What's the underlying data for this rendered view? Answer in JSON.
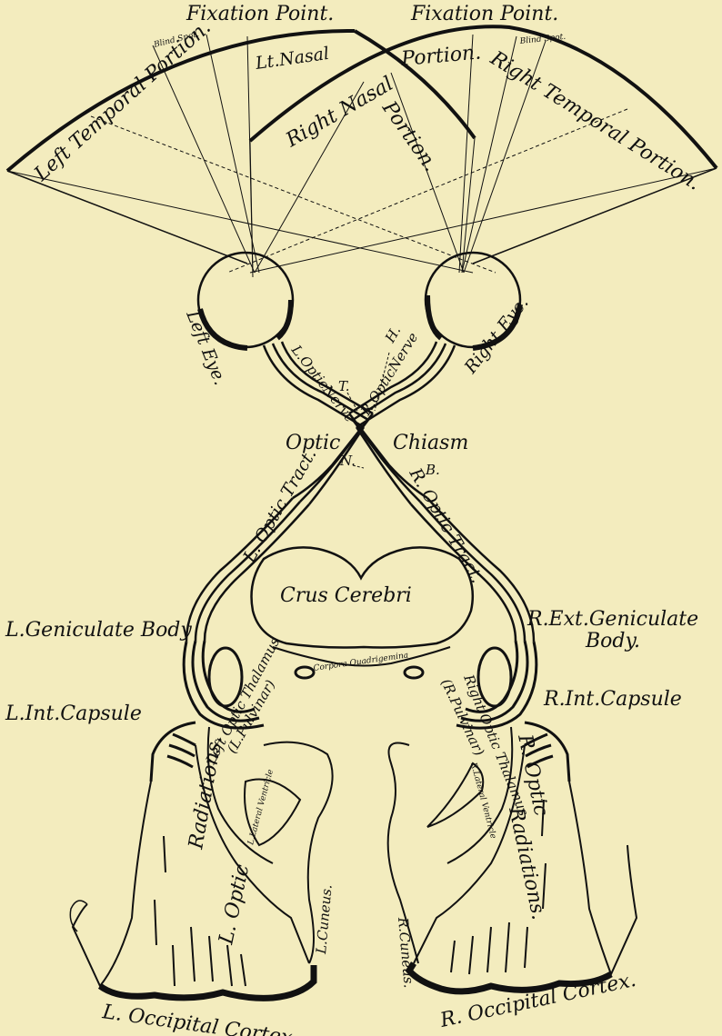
{
  "colors": {
    "paper": "#f3ecbe",
    "ink": "#111111"
  },
  "labels": {
    "fixation_left": "Fixation Point.",
    "fixation_right": "Fixation Point.",
    "blind_spot_left": "Blind Spot.",
    "blind_spot_right": "Blind Spot.",
    "left_temporal": "Left Temporal Portion.",
    "left_nasal": "Lt.Nasal",
    "right_nasal_a": "Right Nasal",
    "right_nasal_b": "Portion.",
    "portion_mid": "Portion.",
    "right_temporal": "Right Temporal Portion.",
    "left_eye": "Left Eye.",
    "right_eye": "Right Eye.",
    "l_optic_nerve": "L.OpticNerve",
    "r_optic_nerve": "R.OpticNerve",
    "letter_t": "T.",
    "letter_h": "H.",
    "letter_n": "N.",
    "letter_b": "B.",
    "optic": "Optic",
    "chiasm": "Chiasm",
    "l_optic_tract": "L. Optic Tract.",
    "r_optic_tract": "R. Optic Tract.",
    "crus_cerebri": "Crus Cerebri",
    "corpora_quadrigemina": "Corpora Quadrigemina",
    "l_geniculate_body": "L.Geniculate Body",
    "r_ext_geniculate_1": "R.Ext.Geniculate",
    "r_ext_geniculate_2": "Body.",
    "l_int_capsule": "L.Int.Capsule",
    "r_int_capsule": "R.Int.Capsule",
    "left_optic_thalamus": "Left Optic Thalamus",
    "l_pulvinar": "(L.Pulvinar)",
    "right_optic_thalamus": "Right Optic Thalamus",
    "r_pulvinar": "(R.Pulvinar)",
    "l_lateral_ventricle": "L.Lateral Ventricle",
    "r_lateral_ventricle": "R.Lateral Ventricle",
    "l_optic_radiations_1": "L. Optic",
    "l_optic_radiations_2": "Radiations.",
    "r_optic_radiations_1": "R. Optic",
    "r_optic_radiations_2": "Radiations.",
    "l_cuneus": "L.Cuneus.",
    "r_cuneus": "R.Cuneus.",
    "l_occipital_cortex": "L. Occipital Cortex.",
    "r_occipital_cortex": "R. Occipital Cortex."
  }
}
